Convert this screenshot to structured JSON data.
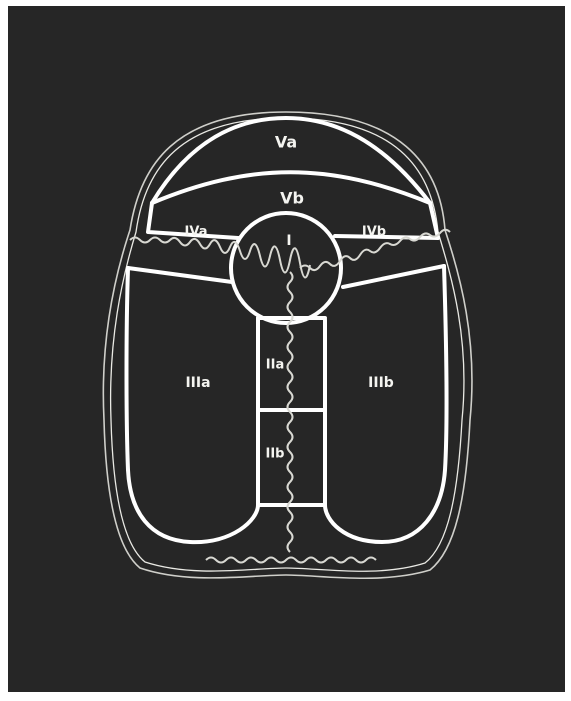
{
  "diagram": {
    "colors": {
      "background": "#262626",
      "border": "#ffffff",
      "outline": "#f2f2ee",
      "suture": "#d8d8d2"
    },
    "regions": [
      {
        "id": "Va",
        "label": "Va"
      },
      {
        "id": "Vb",
        "label": "Vb"
      },
      {
        "id": "IVa",
        "label": "IVa"
      },
      {
        "id": "IVb",
        "label": "IVb"
      },
      {
        "id": "I",
        "label": "I"
      },
      {
        "id": "IIa",
        "label": "IIa"
      },
      {
        "id": "IIb",
        "label": "IIb"
      },
      {
        "id": "IIIa",
        "label": "IIIa"
      },
      {
        "id": "IIIb",
        "label": "IIIb"
      }
    ]
  }
}
